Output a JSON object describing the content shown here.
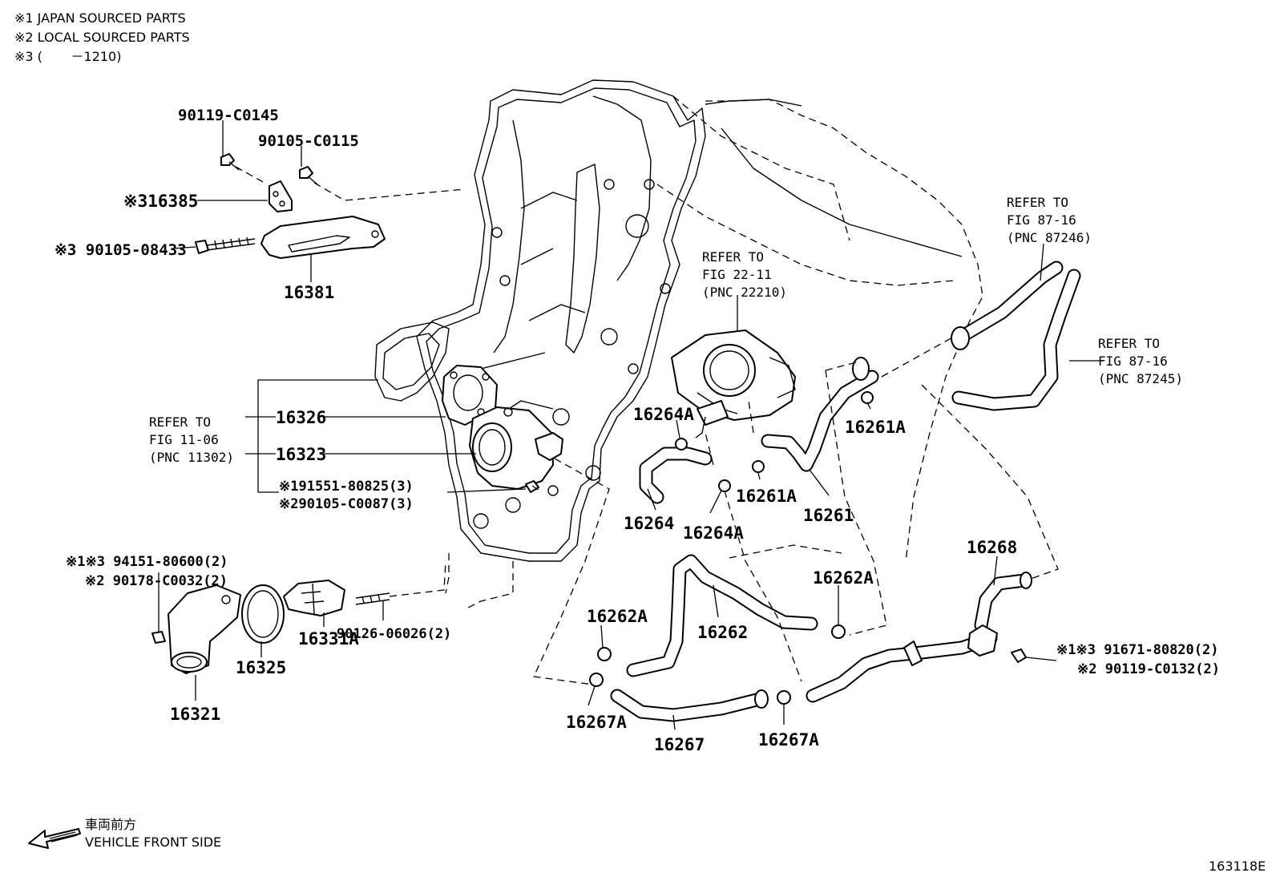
{
  "notes": [
    "※1 JAPAN SOURCED PARTS",
    "※2 LOCAL SOURCED PARTS",
    "※3 (       －1210)"
  ],
  "direction": {
    "jp": "車両前方",
    "en": "VEHICLE FRONT SIDE"
  },
  "figure_code": "163118E",
  "refs": {
    "fig_11_06": [
      "REFER TO",
      "FIG 11-06",
      "(PNC 11302)"
    ],
    "fig_22_11": [
      "REFER TO",
      "FIG 22-11",
      "(PNC 22210)"
    ],
    "fig_87_16_a": [
      "REFER TO",
      "FIG 87-16",
      "(PNC 87246)"
    ],
    "fig_87_16_b": [
      "REFER TO",
      "FIG 87-16",
      "(PNC 87245)"
    ]
  },
  "labels": {
    "p90119_c0145": "90119-C0145",
    "p90105_c0115": "90105-C0115",
    "p16385": "※316385",
    "p90105_08433": "※3 90105-08433",
    "p16381": "16381",
    "p16326": "16326",
    "p16323": "16323",
    "p91551": "※191551-80825(3)",
    "p90105_c0087": "※290105-C0087(3)",
    "p94151": "※1※3 94151-80600(2)",
    "p90178": "※2 90178-C0032(2)",
    "p16321": "16321",
    "p16325": "16325",
    "p16331a": "16331A",
    "p90126": "90126-06026(2)",
    "p16264a_1": "16264A",
    "p16264": "16264",
    "p16264a_2": "16264A",
    "p16261a_1": "16261A",
    "p16261a_2": "16261A",
    "p16261": "16261",
    "p16262a_1": "16262A",
    "p16262": "16262",
    "p16262a_2": "16262A",
    "p16267a_1": "16267A",
    "p16267": "16267",
    "p16267a_2": "16267A",
    "p16268": "16268",
    "p91671": "※1※3 91671-80820(2)",
    "p90119_c0132": "※2 90119-C0132(2)"
  }
}
